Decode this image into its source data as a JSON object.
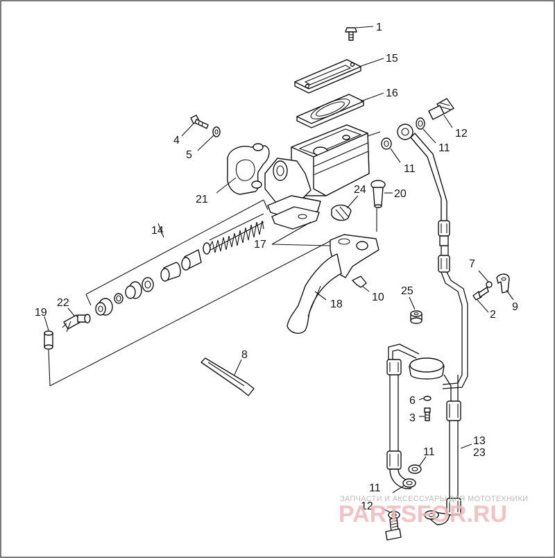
{
  "callouts": {
    "c1": "1",
    "c15": "15",
    "c16": "16",
    "c4": "4",
    "c5": "5",
    "c12a": "12",
    "c11a": "11",
    "c11b": "11",
    "c21": "21",
    "c24": "24",
    "c20": "20",
    "c14": "14",
    "c17": "17",
    "c7": "7",
    "c9": "9",
    "c2": "2",
    "c25": "25",
    "c10": "10",
    "c18": "18",
    "c22": "22",
    "c19": "19",
    "c8": "8",
    "c6": "6",
    "c3": "3",
    "c13": "13",
    "c23": "23",
    "c11c": "11",
    "c11d": "11",
    "c12b": "12"
  },
  "watermark": {
    "caption": "ЗАПЧАСТИ И АКСЕССУАРЫ ДЛЯ МОТОТЕХНИКИ",
    "brand": "PARTSFOR.RU"
  },
  "colors": {
    "line": "#111111",
    "watermark": "#f2b8b8"
  }
}
